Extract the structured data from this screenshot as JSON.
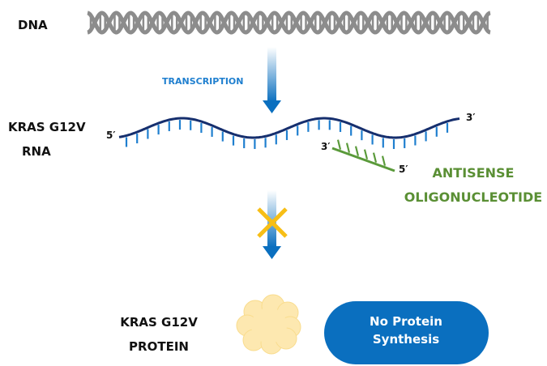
{
  "labels": {
    "dna": "DNA",
    "rna_line1": "KRAS G12V",
    "rna_line2": "RNA",
    "transcription": "TRANSCRIPTION",
    "antisense_line1": "ANTISENSE",
    "antisense_line2": "OLIGONUCLEOTIDE",
    "protein_line1": "KRAS G12V",
    "protein_line2": "PROTEIN",
    "result_line1": "No Protein",
    "result_line2": "Synthesis"
  },
  "primes": {
    "rna_5": "5′",
    "rna_3": "3′",
    "aso_3": "3′",
    "aso_5": "5′"
  },
  "colors": {
    "dna": "#8c8c8c",
    "rna_backbone": "#162f6e",
    "rna_bases": "#1f7fcf",
    "antisense": "#5a9a3a",
    "arrow": "#0a6fbf",
    "block_x": "#f7be16",
    "protein": "#fde8b0",
    "pill": "#0a6fbf"
  }
}
